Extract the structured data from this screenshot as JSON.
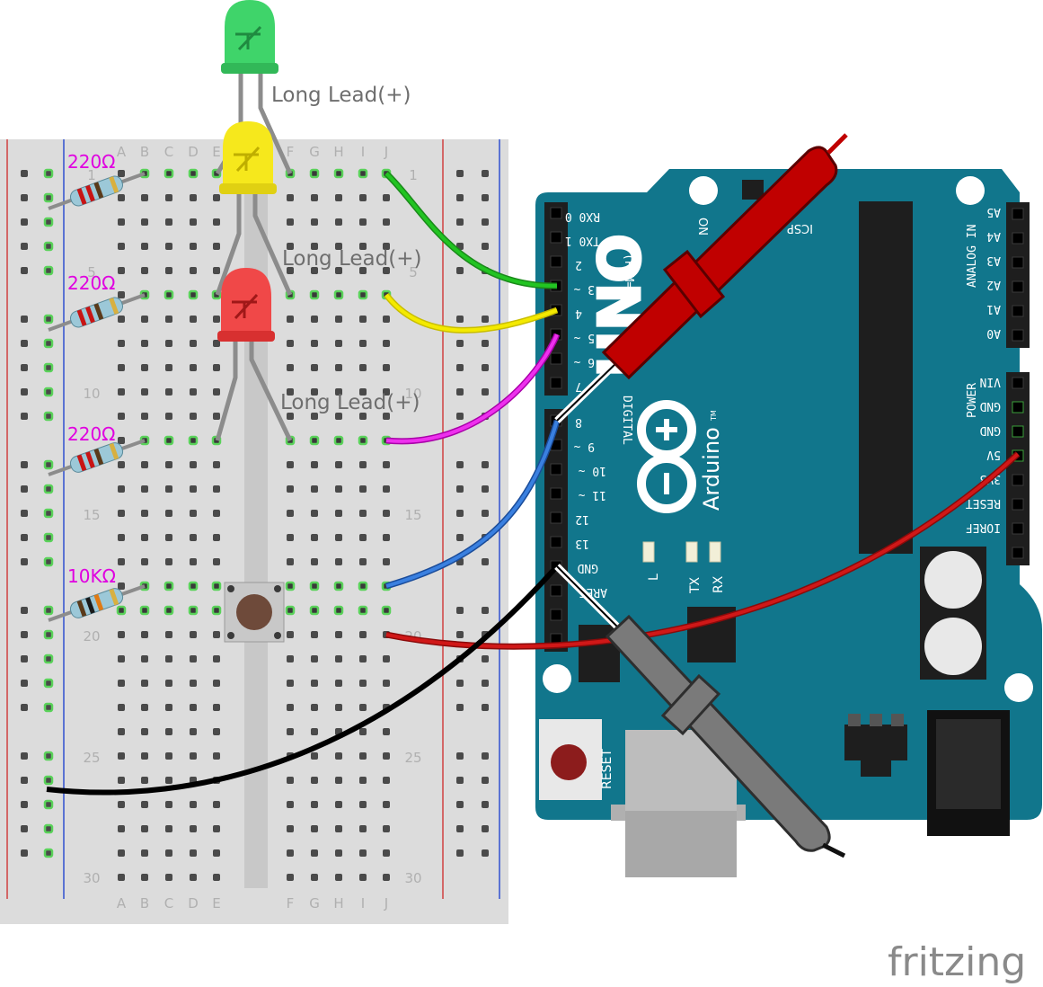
{
  "breadboard": {
    "columns_left": [
      "A",
      "B",
      "C",
      "D",
      "E"
    ],
    "columns_right": [
      "F",
      "G",
      "H",
      "I",
      "J"
    ],
    "row_markers": [
      "1",
      "5",
      "10",
      "15",
      "20",
      "25",
      "30"
    ]
  },
  "labels": {
    "long_lead_green": "Long Lead(+)",
    "long_lead_yellow": "Long Lead(+)",
    "long_lead_red": "Long Lead(+)"
  },
  "resistors": [
    {
      "value": "220Ω"
    },
    {
      "value": "220Ω"
    },
    {
      "value": "220Ω"
    },
    {
      "value": "10KΩ"
    }
  ],
  "arduino": {
    "brand": "Arduino",
    "tm": "TM",
    "digital_pins": [
      "RX0 0",
      "TX0 1",
      "2",
      "3 ~",
      "4",
      "5 ~",
      "6 ~",
      "7",
      "8",
      "9 ~",
      "10 ~",
      "11 ~",
      "12",
      "13",
      "GND",
      "AREF"
    ],
    "pwm_label": "(PWM=~)",
    "digital_label": "DIGITAL",
    "analog_header": "ANALOG IN",
    "analog_pins": [
      "A5",
      "A4",
      "A3",
      "A2",
      "A1",
      "A0"
    ],
    "power_header": "POWER",
    "power_pins": [
      "VIN",
      "GND",
      "GND",
      "5V",
      "3V3",
      "RESET",
      "IOREF"
    ],
    "icsp": "ICSP",
    "on": "ON",
    "uno": "UNO",
    "led_l": "L",
    "led_tx": "TX",
    "led_rx": "RX",
    "reset": "RESET"
  },
  "colors": {
    "board_blue": "#11768c",
    "breadboard": "#dcdcdc",
    "wire_green": "#22b422",
    "wire_yellow": "#f2e600",
    "wire_magenta": "#e020e0",
    "wire_blue": "#2a6fd0",
    "wire_red": "#c81414",
    "wire_black": "#1a1a1a",
    "probe_red": "#c00000",
    "probe_gray": "#7a7a7a"
  },
  "watermark": "fritzing"
}
